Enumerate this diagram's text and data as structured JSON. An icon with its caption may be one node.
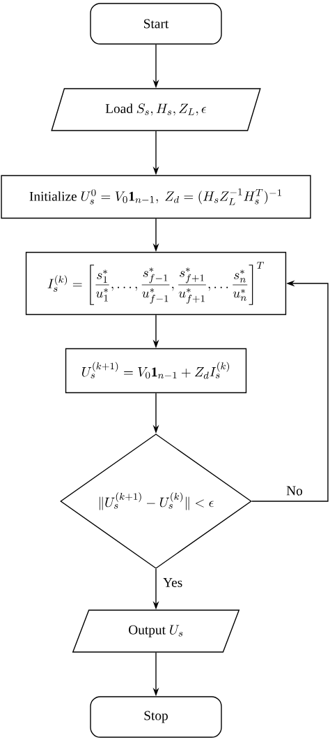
{
  "diagram": {
    "nodes": [
      {
        "text": [
          "Start"
        ]
      },
      {
        "text": [
          "\\text{Load } S_s, H_s, Z_L, \\epsilon"
        ]
      },
      {
        "text": [
          "\\text{Initialize } U_s^0 = V_0\\mathbf{1}_{n-1},\\ Z_d = (H_s Z_L^{-1} H_s^T)^{-1}"
        ]
      },
      {
        "text": [
          "I_s^{(k)} = \\left[\\frac{s_1^*}{u_1^*},\\dots,\\frac{s_{f-1}^*}{u_{f-1}^*},\\frac{s_{f+1}^*}{u_{f+1}^*},\\dots\\frac{s_n^*}{u_n^*}\\right]^T"
        ]
      },
      {
        "text": [
          "U_s^{(k+1)} = V_0\\mathbf{1}_{n-1} + Z_d I_s^{(k)}"
        ]
      },
      {
        "text": [
          "\\|U_s^{(k+1)} - U_s^{(k)}\\| < \\epsilon"
        ]
      },
      {
        "text": [
          "\\text{Output } U_s"
        ]
      },
      {
        "text": [
          "Stop"
        ]
      }
    ],
    "edges": [
      {
        "from": 0,
        "to": 1,
        "arrow": "to"
      },
      {
        "from": 1,
        "to": 2,
        "arrow": "to"
      },
      {
        "from": 2,
        "to": 3,
        "arrow": "to"
      },
      {
        "from": 3,
        "to": 4,
        "arrow": "to"
      },
      {
        "from": 4,
        "to": 5,
        "arrow": "to"
      },
      {
        "from": 5,
        "to": 6,
        "arrow": "to",
        "label": "Yes"
      },
      {
        "from": 5,
        "to": 3,
        "arrow": "to",
        "label": "No"
      },
      {
        "from": 6,
        "to": 7,
        "arrow": "to"
      }
    ]
  }
}
